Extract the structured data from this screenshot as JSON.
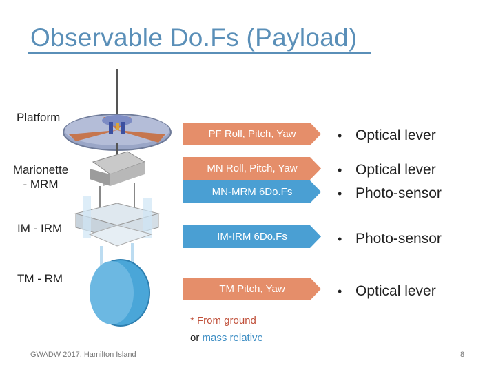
{
  "title": "Observable Do.Fs (Payload)",
  "labels": {
    "platform": "Platform",
    "marionette_line1": "Marionette",
    "marionette_line2": "- MRM",
    "im": "IM - IRM",
    "tm": "TM - RM"
  },
  "arrows": [
    {
      "text": "PF Roll, Pitch, Yaw",
      "color": "#e58e6a"
    },
    {
      "text": "MN Roll, Pitch, Yaw",
      "color": "#e58e6a"
    },
    {
      "text": "MN-MRM 6Do.Fs",
      "color": "#4a9fd3"
    },
    {
      "text": "IM-IRM 6Do.Fs",
      "color": "#4a9fd3"
    },
    {
      "text": "TM Pitch, Yaw",
      "color": "#e58e6a"
    }
  ],
  "bullets": [
    "Optical lever",
    "Optical lever",
    "Photo-sensor",
    "Photo-sensor",
    "Optical lever"
  ],
  "note": {
    "star": "* From ground",
    "or": "or",
    "relative": "mass relative"
  },
  "footer": {
    "conference": "GWADW 2017, Hamilton Island",
    "page": "8"
  },
  "colors": {
    "title": "#5a8fb8",
    "orange": "#e58e6a",
    "blue": "#4a9fd3"
  }
}
